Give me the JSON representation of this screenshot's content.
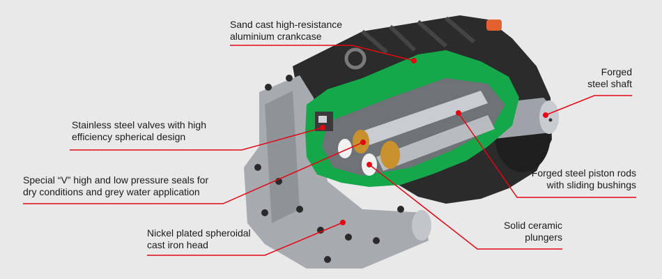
{
  "colors": {
    "background": "#e9e9e9",
    "leader": "#e30613",
    "cutaway_green": "#14a84a",
    "housing": "#2b2b2b",
    "head_metal": "#a7abb0"
  },
  "callouts": {
    "crankcase": [
      "Sand cast high-resistance",
      "aluminium crankcase"
    ],
    "shaft": [
      "Forged",
      "steel shaft"
    ],
    "valves": [
      "Stainless steel valves with high",
      "efficiency spherical design"
    ],
    "seals": [
      "Special “V” high and low pressure seals for",
      "dry conditions and grey water application"
    ],
    "piston_rods": [
      "Forged steel piston rods",
      "with sliding bushings"
    ],
    "head": [
      "Nickel plated spheroidal",
      "cast iron head"
    ],
    "plungers": [
      "Solid ceramic",
      "plungers"
    ]
  }
}
